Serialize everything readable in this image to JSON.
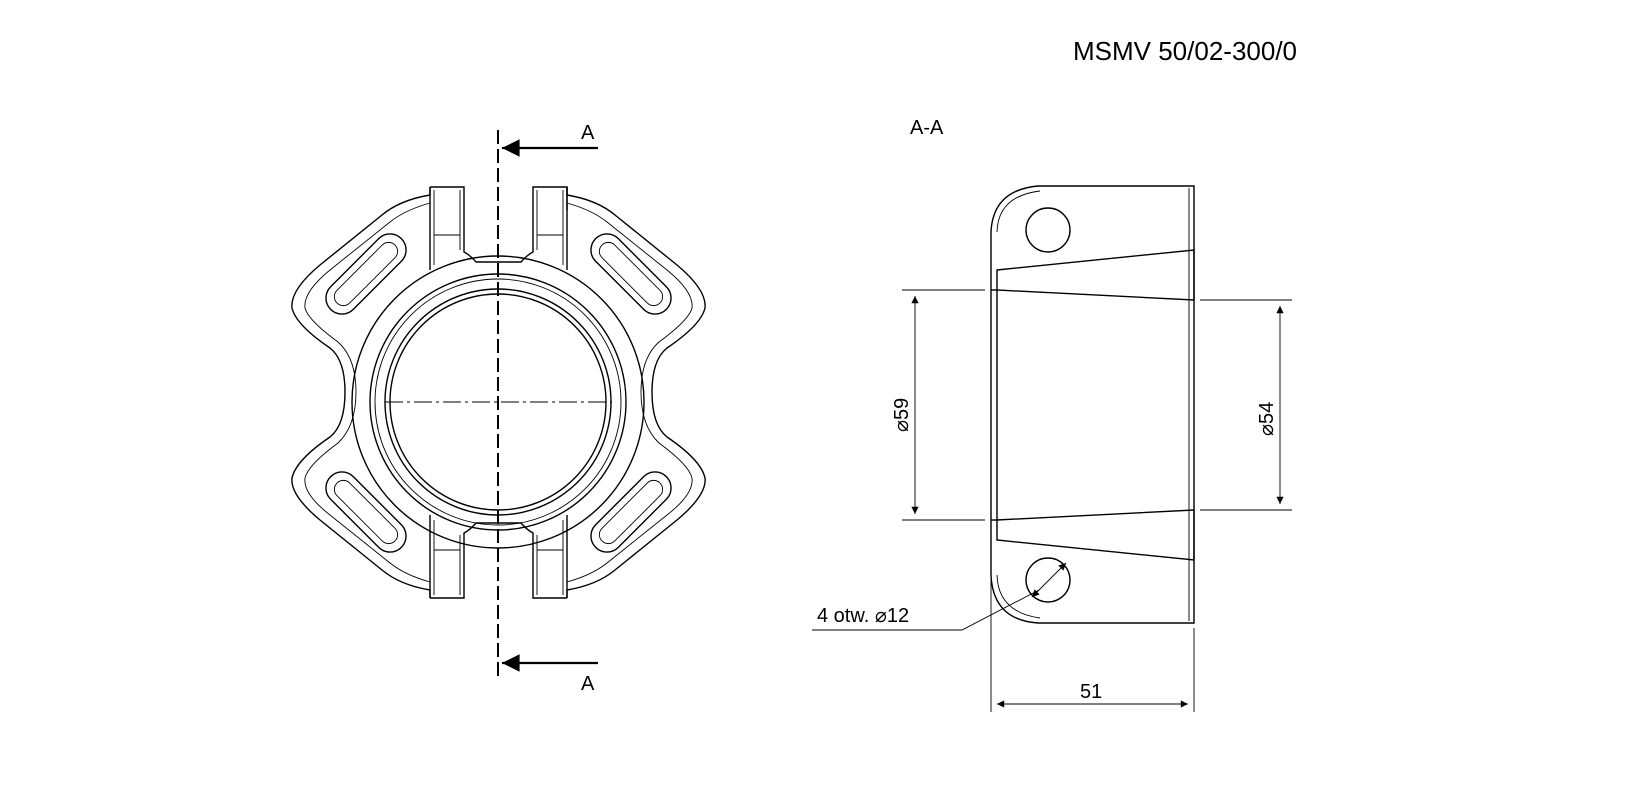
{
  "drawing": {
    "part_number": "MSMV 50/02-300/0",
    "section_title": "A-A",
    "section_marker_top": "A",
    "section_marker_bottom": "A",
    "dimensions": {
      "outer_diameter": "59",
      "inner_diameter": "54",
      "width": "51",
      "holes_note": "4 otw.",
      "holes_diameter": "12"
    },
    "symbols": {
      "diameter_glyph": "⌀"
    }
  }
}
